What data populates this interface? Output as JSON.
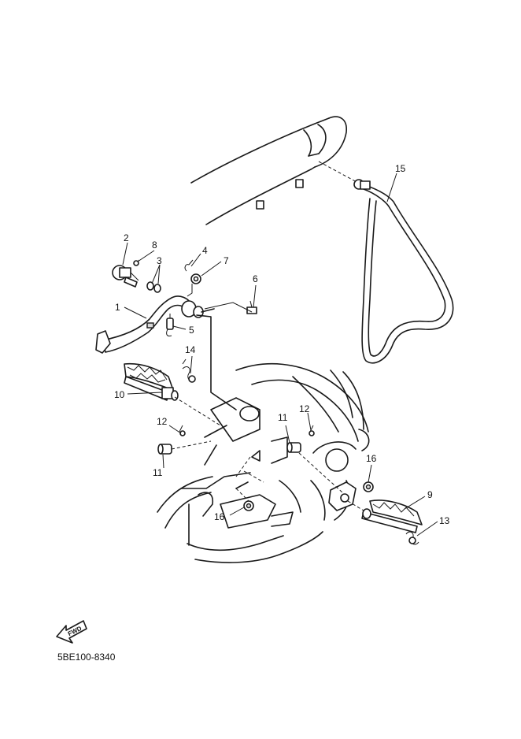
{
  "diagram": {
    "callouts": [
      {
        "id": "c1",
        "label": "1"
      },
      {
        "id": "c2",
        "label": "2"
      },
      {
        "id": "c3",
        "label": "3"
      },
      {
        "id": "c4",
        "label": "4"
      },
      {
        "id": "c5",
        "label": "5"
      },
      {
        "id": "c6",
        "label": "6"
      },
      {
        "id": "c7",
        "label": "7"
      },
      {
        "id": "c8",
        "label": "8"
      },
      {
        "id": "c9",
        "label": "9"
      },
      {
        "id": "c10",
        "label": "10"
      },
      {
        "id": "c11a",
        "label": "11"
      },
      {
        "id": "c11b",
        "label": "11"
      },
      {
        "id": "c12a",
        "label": "12"
      },
      {
        "id": "c12b",
        "label": "12"
      },
      {
        "id": "c13",
        "label": "13"
      },
      {
        "id": "c14",
        "label": "14"
      },
      {
        "id": "c15",
        "label": "15"
      },
      {
        "id": "c16a",
        "label": "16"
      },
      {
        "id": "c16b",
        "label": "16"
      }
    ],
    "fwd_label": "FWD",
    "code": "5BE100-8340"
  }
}
